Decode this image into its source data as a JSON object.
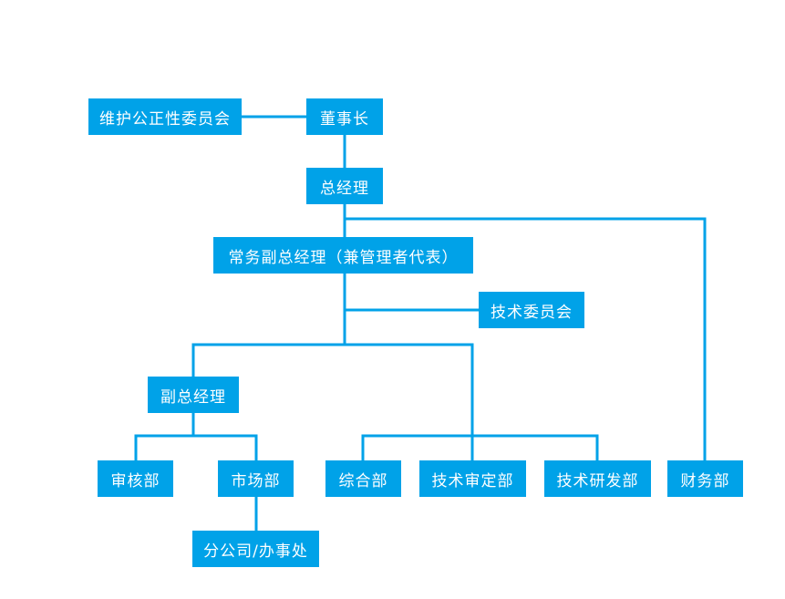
{
  "colors": {
    "box": "#00a2e8",
    "line": "#00a2e8",
    "text": "#ffffff"
  },
  "nodes": {
    "integrity_committee": "维护公正性委员会",
    "chairman": "董事长",
    "general_manager": "总经理",
    "executive_vp": "常务副总经理（兼管理者代表）",
    "technical_committee": "技术委员会",
    "deputy_gm": "副总经理",
    "audit_dept": "审核部",
    "marketing_dept": "市场部",
    "branch_office": "分公司/办事处",
    "general_dept": "综合部",
    "tech_review_dept": "技术审定部",
    "rnd_dept": "技术研发部",
    "finance_dept": "财务部"
  }
}
